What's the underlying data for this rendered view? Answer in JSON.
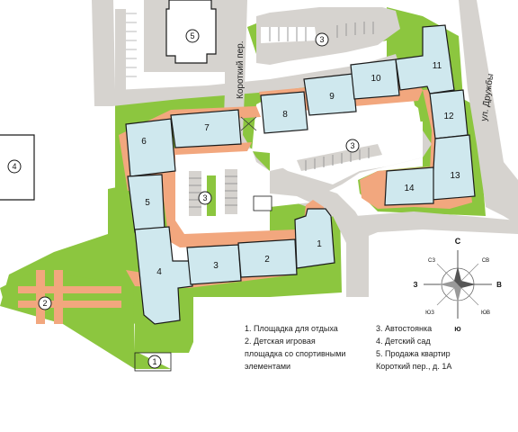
{
  "streets": {
    "korotky": "Короткий пер.",
    "druzhby": "ул. Дружбы"
  },
  "buildings": [
    {
      "label": "1"
    },
    {
      "label": "2"
    },
    {
      "label": "3"
    },
    {
      "label": "4"
    },
    {
      "label": "5"
    },
    {
      "label": "6"
    },
    {
      "label": "7"
    },
    {
      "label": "8"
    },
    {
      "label": "9"
    },
    {
      "label": "10"
    },
    {
      "label": "11"
    },
    {
      "label": "12"
    },
    {
      "label": "13"
    },
    {
      "label": "14"
    }
  ],
  "markers": [
    {
      "label": "1"
    },
    {
      "label": "2"
    },
    {
      "label": "3"
    },
    {
      "label": "3"
    },
    {
      "label": "3"
    },
    {
      "label": "4"
    },
    {
      "label": "5"
    }
  ],
  "compass": {
    "n": "С",
    "s": "Ю",
    "w": "З",
    "e": "В",
    "nw": "СЗ",
    "ne": "СВ",
    "sw": "ЮЗ",
    "se": "ЮВ"
  },
  "legend": {
    "col1": [
      "1. Площадка для отдыха",
      "2. Детская игровая",
      "площадка со спортивными",
      "элементами"
    ],
    "col2": [
      "3. Автостоянка",
      "4. Детский сад",
      "5. Продажа квартир",
      "Короткий пер., д. 1А"
    ]
  },
  "colors": {
    "grass": "#8cc63f",
    "road": "#d6d3cf",
    "sidewalk": "#f2a77e",
    "building": "#cfe8ee",
    "outline": "#1a1a1a"
  }
}
